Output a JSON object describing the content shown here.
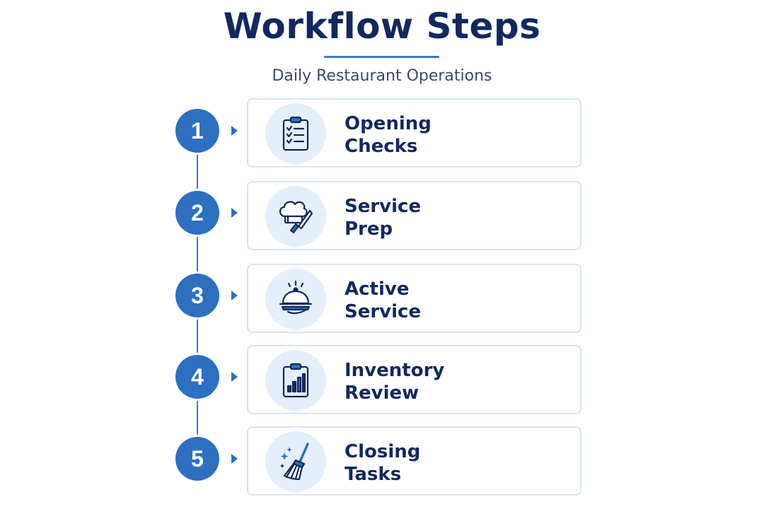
{
  "header": {
    "title": "Workflow Steps",
    "subtitle": "Daily Restaurant Operations"
  },
  "steps": [
    {
      "number": "1",
      "line1": "Opening",
      "line2": "Checks",
      "icon": "clipboard-checklist-icon"
    },
    {
      "number": "2",
      "line1": "Service",
      "line2": "Prep",
      "icon": "chef-hat-knife-icon"
    },
    {
      "number": "3",
      "line1": "Active",
      "line2": "Service",
      "icon": "serving-cloche-icon"
    },
    {
      "number": "4",
      "line1": "Inventory",
      "line2": "Review",
      "icon": "clipboard-bar-chart-icon"
    },
    {
      "number": "5",
      "line1": "Closing",
      "line2": "Tasks",
      "icon": "broom-sparkle-icon"
    }
  ],
  "colors": {
    "title": "#13285e",
    "accent": "#2e6fc0",
    "card_border": "#d6e4f5",
    "icon_bg": "#e5effb"
  }
}
